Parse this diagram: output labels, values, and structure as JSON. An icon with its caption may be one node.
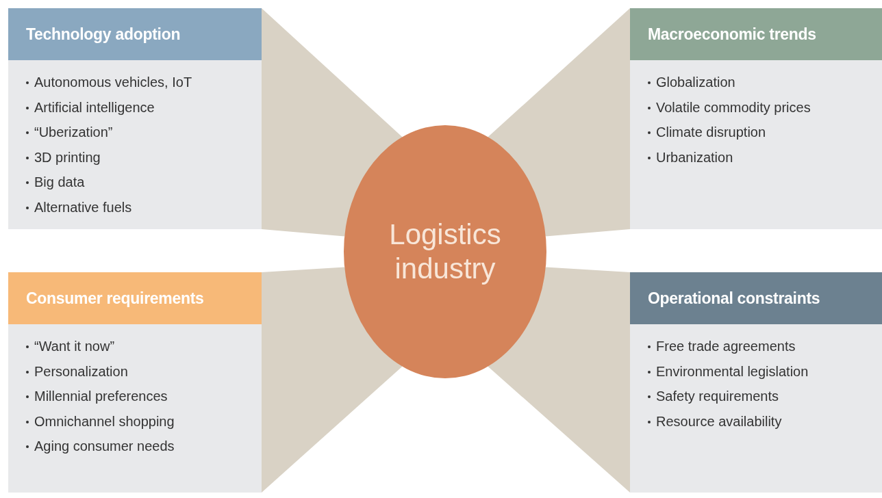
{
  "diagram": {
    "nodes": [
      {
        "text": [
          "Technology adoption",
          "Autonomous vehicles, IoT",
          "Artificial intelligence",
          "“Uberization”",
          "3D printing",
          "Big data",
          "Alternative fuels"
        ]
      },
      {
        "text": [
          "Macroeconomic trends",
          "Globalization",
          "Volatile commodity prices",
          "Climate disruption",
          "Urbanization"
        ]
      },
      {
        "text": [
          "Logistics industry"
        ]
      },
      {
        "text": [
          "Consumer requirements",
          "“Want it now”",
          "Personalization",
          "Millennial preferences",
          "Omnichannel shopping",
          "Aging consumer needs"
        ]
      },
      {
        "text": [
          "Operational constraints",
          "Free trade agreements",
          "Environmental legislation",
          "Safety requirements",
          "Resource availability"
        ]
      }
    ],
    "edges": [
      {
        "from": 0,
        "to": 2,
        "arrow": "none",
        "style": "thick"
      },
      {
        "from": 1,
        "to": 2,
        "arrow": "none",
        "style": "thick"
      },
      {
        "from": 3,
        "to": 2,
        "arrow": "none",
        "style": "thick"
      },
      {
        "from": 4,
        "to": 2,
        "arrow": "none",
        "style": "thick"
      }
    ]
  }
}
